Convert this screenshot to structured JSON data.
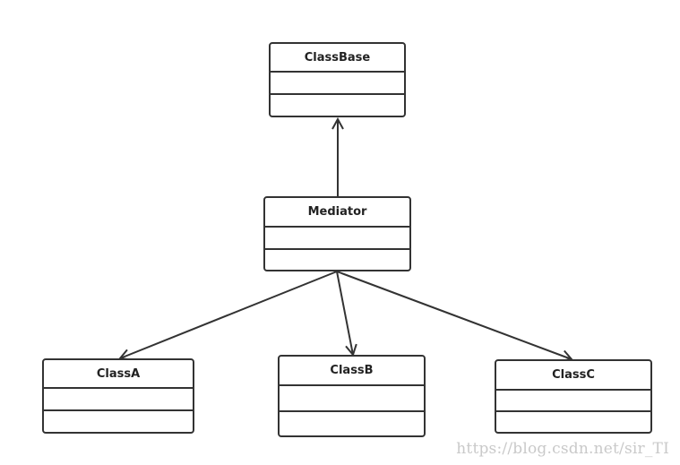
{
  "diagram": {
    "classes": {
      "class_base": {
        "name": "ClassBase"
      },
      "mediator": {
        "name": "Mediator"
      },
      "class_a": {
        "name": "ClassA"
      },
      "class_b": {
        "name": "ClassB"
      },
      "class_c": {
        "name": "ClassC"
      }
    },
    "relations": [
      {
        "from": "Mediator",
        "to": "ClassBase",
        "kind": "association-arrow"
      },
      {
        "from": "Mediator",
        "to": "ClassA",
        "kind": "association-arrow"
      },
      {
        "from": "Mediator",
        "to": "ClassB",
        "kind": "association-arrow"
      },
      {
        "from": "Mediator",
        "to": "ClassC",
        "kind": "association-arrow"
      }
    ],
    "line_color": "#333333"
  },
  "watermark": {
    "text": "https://blog.csdn.net/sir_TI"
  }
}
